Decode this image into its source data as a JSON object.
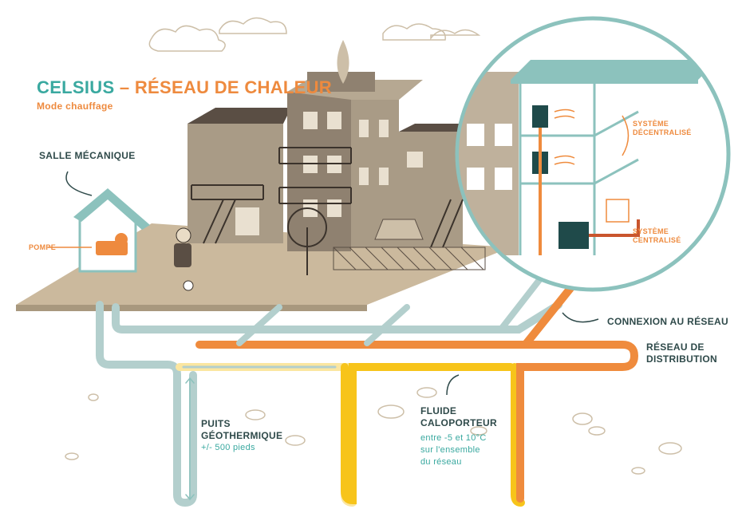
{
  "title": {
    "brand": "CELSIUS",
    "separator": "–",
    "main": "RÉSEAU DE CHALEUR",
    "mode": "Mode chauffage"
  },
  "labels": {
    "salle_mecanique": "SALLE MÉCANIQUE",
    "pompe": "POMPE",
    "systeme_decentralise": [
      "SYSTÈME",
      "DÉCENTRALISÉ"
    ],
    "systeme_centralise": [
      "SYSTÈME",
      "CENTRALISÉ"
    ],
    "connexion": "CONNEXION AU RÉSEAU",
    "reseau_distribution": [
      "RÉSEAU DE",
      "DISTRIBUTION"
    ],
    "puits": {
      "title": [
        "PUITS",
        "GÉOTHERMIQUE"
      ],
      "depth": "+/- 500 pieds"
    },
    "fluide": {
      "title": [
        "FLUIDE",
        "CALOPORTEUR"
      ],
      "detail": [
        "entre -5 et 10°C",
        "sur l'ensemble",
        "du réseau"
      ]
    }
  },
  "colors": {
    "teal": "#3aa9a0",
    "orange": "#ee8a3e",
    "dark": "#2f4a4a",
    "pipe_cold": "#b3cfcd",
    "pipe_warm": "#f7c41a",
    "pipe_hot": "#ef8b3d",
    "ground": "#cbb99d"
  }
}
